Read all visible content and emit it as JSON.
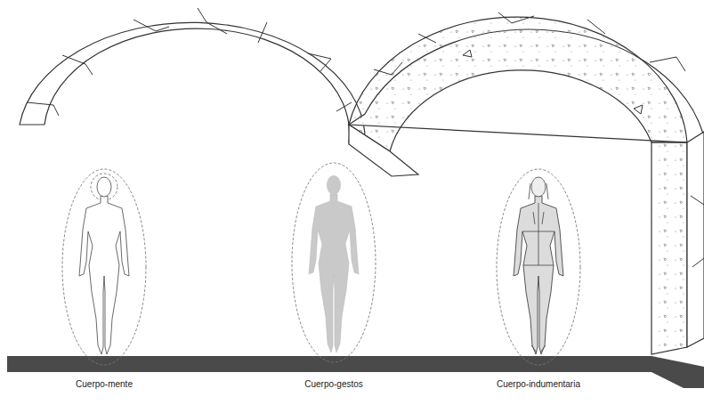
{
  "diagram": {
    "labels": [
      "Cuerpo-mente",
      "Cuerpo-gestos",
      "Cuerpo-indumentaria"
    ]
  }
}
